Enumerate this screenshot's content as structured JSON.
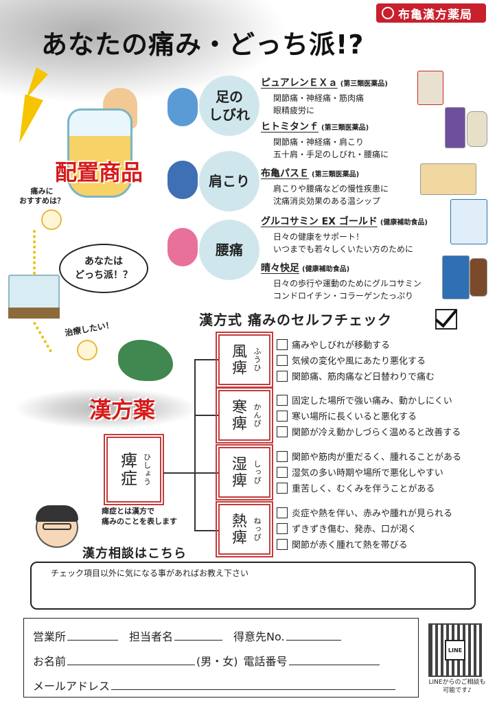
{
  "logo": {
    "text": "布亀漢方薬局"
  },
  "title": "あなたの痛み・どっち派!?",
  "left": {
    "haichi_label": "配置商品",
    "itami_note_1": "痛みに",
    "itami_note_2": "おすすめは？",
    "bubble_1": "あなたは",
    "bubble_2": "どっち派！？",
    "chiryo_note": "治療したい！",
    "kampo_label": "漢方薬",
    "hisho_kanji": "痺症",
    "hisho_ruby": "ひしょう",
    "hisho_note_1": "痺症とは漢方で",
    "hisho_note_2": "痛みのことを表します"
  },
  "symptoms": [
    {
      "label_1": "足の",
      "label_2": "しびれ"
    },
    {
      "label_1": "肩こり"
    },
    {
      "label_1": "腰痛"
    }
  ],
  "products": [
    {
      "name": "ピュアレンＥＸａ",
      "category": "(第三類医薬品)",
      "lines": [
        "関節痛・神経痛・筋肉痛",
        "眼精疲労に"
      ]
    },
    {
      "name": "ヒトミタンｆ",
      "category": "(第三類医薬品)",
      "lines": [
        "関節痛・神経痛・肩こり",
        "五十肩・手足のしびれ・腰痛に"
      ]
    },
    {
      "name": "布亀パスＥ",
      "category": "(第三類医薬品)",
      "lines": [
        "肩こりや腰痛などの慢性疾患に",
        "沈痛消炎効果のある温シップ"
      ]
    },
    {
      "name": "グルコサミン EX ゴールド",
      "category": "(健康補助食品)",
      "lines": [
        "日々の健康をサポート！",
        "いつまでも若々しくいたい方のために"
      ]
    },
    {
      "name": "晴々快足",
      "category": "(健康補助食品)",
      "lines": [
        "日々の歩行や運動のためにグルコサミン",
        "コンドロイチン・コラーゲンたっぷり"
      ]
    }
  ],
  "self_check": {
    "title": "漢方式 痛みのセルフチェック",
    "types": [
      {
        "kanji": "風痺",
        "ruby": "ふうひ",
        "items": [
          "痛みやしびれが移動する",
          "気候の変化や風にあたり悪化する",
          "関節痛、筋肉痛など日替わりで痛む"
        ]
      },
      {
        "kanji": "寒痺",
        "ruby": "かんぴ",
        "items": [
          "固定した場所で強い痛み、動かしにくい",
          "寒い場所に長くいると悪化する",
          "関節が冷え動かしづらく温めると改善する"
        ]
      },
      {
        "kanji": "湿痺",
        "ruby": "しっぴ",
        "items": [
          "関節や筋肉が重だるく、腫れることがある",
          "湿気の多い時期や場所で悪化しやすい",
          "重苦しく、むくみを伴うことがある"
        ]
      },
      {
        "kanji": "熱痺",
        "ruby": "ねっぴ",
        "items": [
          "炎症や熱を伴い、赤みや腫れが見られる",
          "ずきずき傷む、発赤、口が渇く",
          "関節が赤く腫れて熱を帯びる"
        ]
      }
    ]
  },
  "consult": {
    "title": "漢方相談はこちら",
    "prompt": "チェック項目以外に気になる事があればお教え下さい"
  },
  "form": {
    "office": "営業所",
    "staff": "担当者名",
    "client": "得意先No.",
    "name": "お名前",
    "gender": "(男・女)",
    "phone": "電話番号",
    "email": "メールアドレス"
  },
  "qr": {
    "center": "LINE",
    "note_1": "LINEからのご相談も",
    "note_2": "可能です♪"
  },
  "colors": {
    "accent_red": "#d61a1a",
    "frame_red": "#c53a3a",
    "circle_blue": "#cfe7ec",
    "bolt_yellow": "#f6c400"
  }
}
